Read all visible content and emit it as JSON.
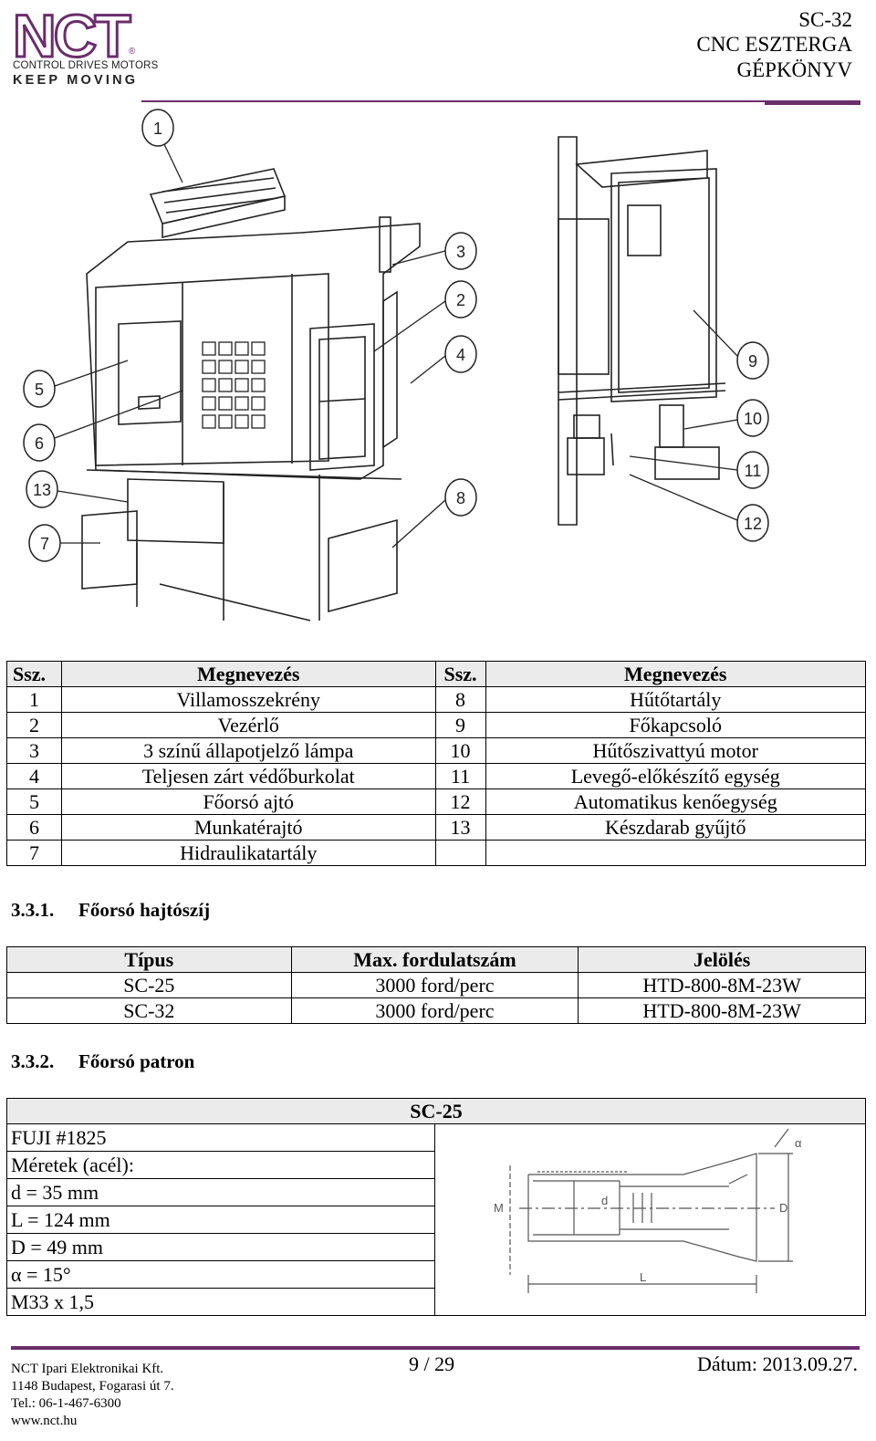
{
  "header": {
    "logo_text": "NCT",
    "logo_sub1": "CONTROL  DRIVES  MOTORS",
    "logo_sub2": "KEEP MOVING",
    "model": "SC-32",
    "machine": "CNC ESZTERGA",
    "doc": "GÉPKÖNYV"
  },
  "figure_callouts": [
    "1",
    "2",
    "3",
    "4",
    "5",
    "6",
    "7",
    "8",
    "9",
    "10",
    "11",
    "12",
    "13"
  ],
  "parts_table": {
    "headers": [
      "Ssz.",
      "Megnevezés",
      "Ssz.",
      "Megnevezés"
    ],
    "rows": [
      [
        "1",
        "Villamosszekrény",
        "8",
        "Hűtőtartály"
      ],
      [
        "2",
        "Vezérlő",
        "9",
        "Főkapcsoló"
      ],
      [
        "3",
        "3 színű állapotjelző lámpa",
        "10",
        "Hűtőszivattyú motor"
      ],
      [
        "4",
        "Teljesen zárt védőburkolat",
        "11",
        "Levegő-előkészítő egység"
      ],
      [
        "5",
        "Főorsó ajtó",
        "12",
        "Automatikus kenőegység"
      ],
      [
        "6",
        "Munkatérajtó",
        "13",
        "Készdarab gyűjtő"
      ],
      [
        "7",
        "Hidraulikatartály",
        "",
        ""
      ]
    ]
  },
  "section1": {
    "number": "3.3.1.",
    "title": "Főorsó hajtószíj"
  },
  "belt_table": {
    "headers": [
      "Típus",
      "Max. fordulatszám",
      "Jelölés"
    ],
    "rows": [
      [
        "SC-25",
        "3000 ford/perc",
        "HTD-800-8M-23W"
      ],
      [
        "SC-32",
        "3000 ford/perc",
        "HTD-800-8M-23W"
      ]
    ]
  },
  "section2": {
    "number": "3.3.2.",
    "title": "Főorsó patron"
  },
  "chuck": {
    "header": "SC-25",
    "lines": [
      "FUJI #1825",
      "Méretek (acél):",
      "d = 35 mm",
      "L = 124 mm",
      "D = 49 mm",
      "α = 15°",
      "M33 x 1,5"
    ],
    "drawing_labels": {
      "M": "M",
      "d": "d",
      "D": "D",
      "L": "L",
      "alpha": "α"
    }
  },
  "footer": {
    "company": "NCT Ipari Elektronikai Kft.",
    "address": "1148 Budapest, Fogarasi út 7.",
    "phone": "Tel.: 06-1-467-6300",
    "web": "www.nct.hu",
    "page": "9 / 29",
    "date": "Dátum: 2013.09.27."
  },
  "colors": {
    "brand": "#6b2d6b",
    "table_header_bg": "#ebebeb"
  }
}
